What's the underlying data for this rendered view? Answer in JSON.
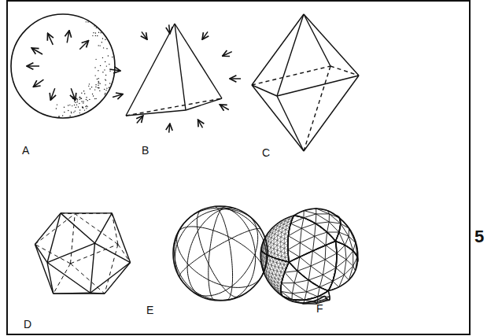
{
  "diagram": {
    "labels": [
      "A",
      "B",
      "C",
      "D",
      "E",
      "F",
      "5"
    ]
  }
}
